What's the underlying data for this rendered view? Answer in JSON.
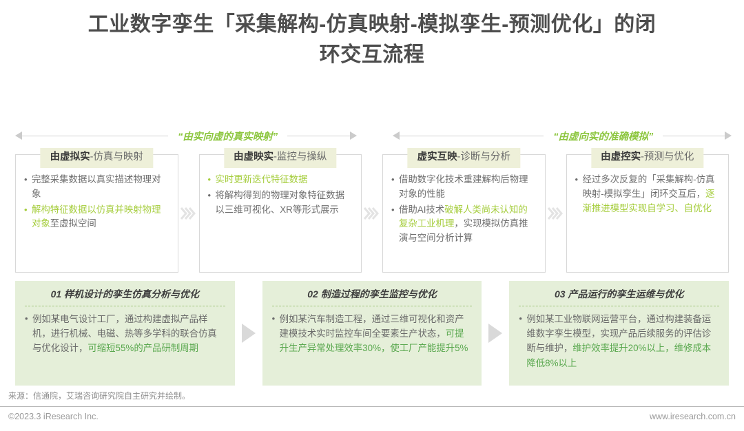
{
  "title": "工业数字孪生「采集解构-仿真映射-模拟孪生-预测优化」的闭环交互流程",
  "accent_green": "#a5cd3c",
  "panel_green_bg": "#e5efd9",
  "header_band_bg": "#eef0d9",
  "flow_arrows": [
    {
      "label": "“由实向虚的真实映射”"
    },
    {
      "label": "“由虚向实的准确模拟”"
    }
  ],
  "cards": [
    {
      "title_bold": "由虚拟实",
      "title_rest": "-仿真与映射",
      "bullets": [
        [
          {
            "t": "完整采集数据以真实描述物理对象",
            "c": "gray"
          }
        ],
        [
          {
            "t": "解构特征数据以仿真并映射物理对象",
            "c": "green"
          },
          {
            "t": "至虚拟空间",
            "c": "gray"
          }
        ]
      ]
    },
    {
      "title_bold": "由虚映实",
      "title_rest": "-监控与操纵",
      "bullets": [
        [
          {
            "t": "实时更新迭代特征数据",
            "c": "green"
          }
        ],
        [
          {
            "t": "将解构得到的物理对象特征数据以三维可视化、XR等形式展示",
            "c": "gray"
          }
        ]
      ]
    },
    {
      "title_bold": "虚实互映",
      "title_rest": "-诊断与分析",
      "bullets": [
        [
          {
            "t": "借助数字化技术重建解构后物理对象的性能",
            "c": "gray"
          }
        ],
        [
          {
            "t": "借助AI技术",
            "c": "gray"
          },
          {
            "t": "破解人类尚未认知的复杂工业机理",
            "c": "green"
          },
          {
            "t": "，实现模拟仿真推演与空间分析计算",
            "c": "gray"
          }
        ]
      ]
    },
    {
      "title_bold": "由虚控实",
      "title_rest": "-预测与优化",
      "bullets": [
        [
          {
            "t": "经过多次反复的「采集解构-仿真映射-模拟孪生」闭环交互后，",
            "c": "gray"
          },
          {
            "t": "逐渐推进模型实现自学习、自优化",
            "c": "green"
          }
        ]
      ]
    }
  ],
  "panels": [
    {
      "title": "01 样机设计的孪生仿真分析与优化",
      "body": [
        {
          "t": "例如某电气设计工厂，通过构建虚拟产品样机，进行机械、电磁、热等多学科的联合仿真与优化设计，",
          "c": "gray"
        },
        {
          "t": "可缩短55%的产品研制周期",
          "c": "dgreen"
        }
      ]
    },
    {
      "title": "02 制造过程的孪生监控与优化",
      "body": [
        {
          "t": "例如某汽车制造工程，通过三维可视化和资产建模技术实时监控车间全要素生产状态，",
          "c": "gray"
        },
        {
          "t": "可提升生产异常处理效率30%，使工厂产能提升5%",
          "c": "dgreen"
        }
      ]
    },
    {
      "title": "03 产品运行的孪生运维与优化",
      "body": [
        {
          "t": "例如某工业物联网运营平台，通过构建装备运维数字孪生模型，实现产品后续服务的评估诊断与维护，",
          "c": "gray"
        },
        {
          "t": "维护效率提升20%以上，维修成本降低8%以上",
          "c": "dgreen"
        }
      ]
    }
  ],
  "footer": {
    "source": "来源：信通院，艾瑞咨询研究院自主研究并绘制。",
    "copyright": "©2023.3 iResearch Inc.",
    "website": "www.iresearch.com.cn"
  }
}
